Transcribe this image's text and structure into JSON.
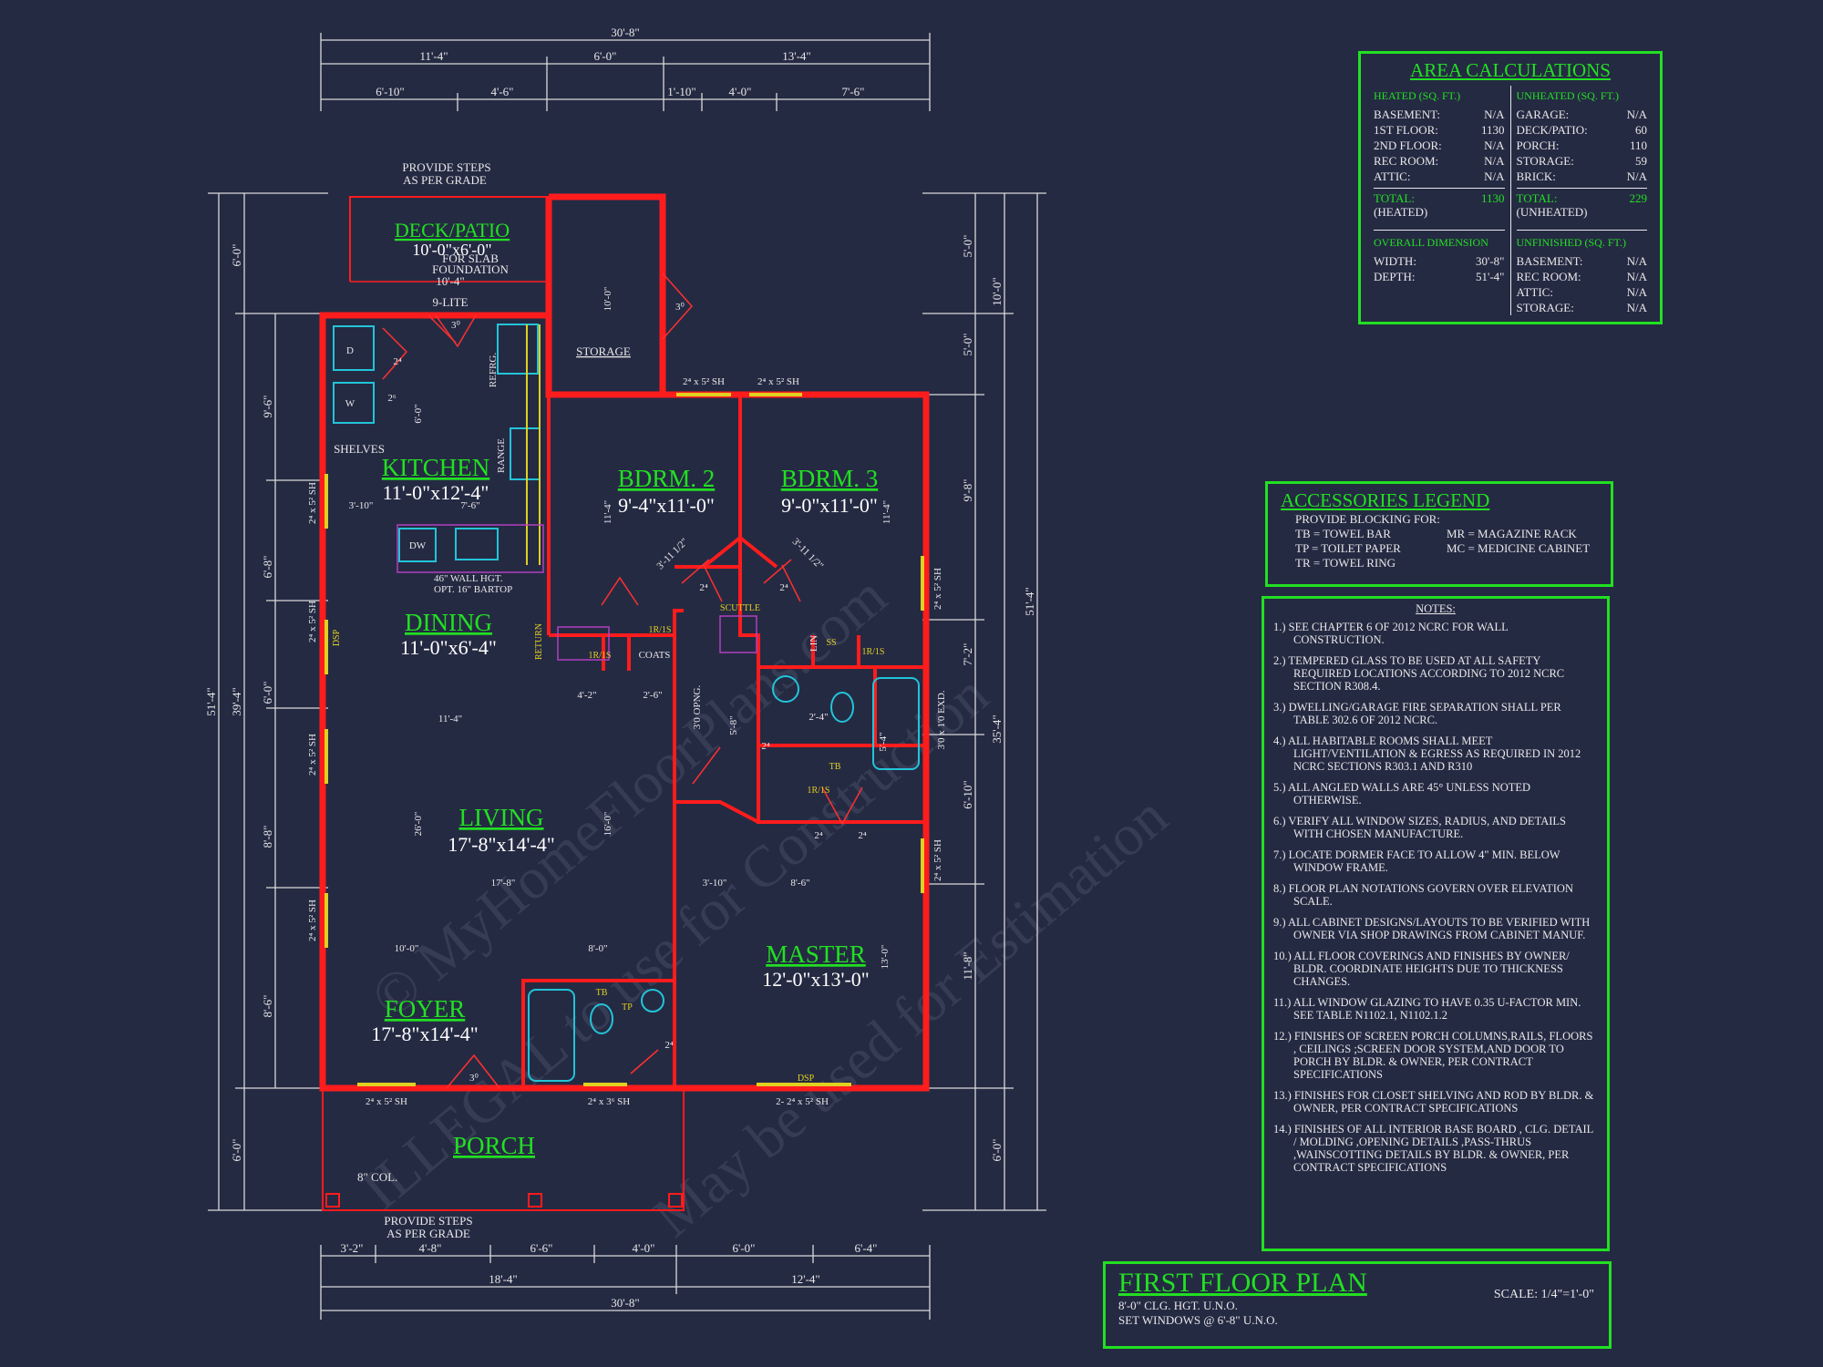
{
  "watermark": [
    "© MyHomeFloorPlans.com",
    "ILLEGAL to use for Construction",
    "May be used for Estimation"
  ],
  "colors": {
    "background": "#252a43",
    "walls": "#ff1c1c",
    "room_labels": "#22e022",
    "panels": "#22e022",
    "fixtures": "#22c4d8",
    "windows": "#e0d020"
  },
  "dims_top": {
    "overall": "30'-8\"",
    "a": "11'-4\"",
    "b": "6'-0\"",
    "c": "13'-4\"",
    "d": "6'-10\"",
    "e": "4'-6\"",
    "f": "1'-10\"",
    "g": "4'-0\"",
    "h": "7'-6\""
  },
  "dims_bottom": {
    "a": "3'-2\"",
    "b": "4'-8\"",
    "c": "6'-6\"",
    "d": "4'-0\"",
    "e": "6'-0\"",
    "f": "6'-4\"",
    "g": "18'-4\"",
    "h": "12'-4\"",
    "overall": "30'-8\""
  },
  "dims_left": {
    "a": "6'-0\"",
    "b": "9'-6\"",
    "c": "6'-8\"",
    "d": "6'-0\"",
    "e": "8'-8\"",
    "f": "8'-6\"",
    "g": "6'-0\"",
    "h": "39'-4\"",
    "overall": "51'-4\""
  },
  "dims_right": {
    "a": "5'-0\"",
    "b": "5'-0\"",
    "c": "10'-0\"",
    "d": "9'-8\"",
    "e": "7'-2\"",
    "f": "6'-10\"",
    "g": "11'-8\"",
    "h": "35'-4\"",
    "i": "6'-0\"",
    "overall": "51'-4\""
  },
  "rooms": {
    "deck": {
      "name": "DECK/PATIO",
      "size": "10'-0\"x6'-0\""
    },
    "kitchen": {
      "name": "KITCHEN",
      "size": "11'-0\"x12'-4\""
    },
    "dining": {
      "name": "DINING",
      "size": "11'-0\"x6'-4\""
    },
    "living": {
      "name": "LIVING",
      "size": "17'-8\"x14'-4\""
    },
    "foyer": {
      "name": "FOYER",
      "size": "17'-8\"x14'-4\""
    },
    "bdrm2": {
      "name": "BDRM. 2",
      "size": "9'-4\"x11'-0\""
    },
    "bdrm3": {
      "name": "BDRM. 3",
      "size": "9'-0\"x11'-0\""
    },
    "master": {
      "name": "MASTER",
      "size": "12'-0\"x13'-0\""
    },
    "porch": {
      "name": "PORCH"
    }
  },
  "labels": {
    "steps_top_1": "PROVIDE STEPS",
    "steps_top_2": "AS PER GRADE",
    "steps_bot_1": "PROVIDE STEPS",
    "steps_bot_2": "AS PER GRADE",
    "slab_1": "FOR SLAB",
    "slab_2": "FOUNDATION",
    "deck_w": "10'-4\"",
    "nine_lite": "9-LITE",
    "storage": "STORAGE",
    "shelves": "SHELVES",
    "refrg": "REFRG.",
    "range": "RANGE",
    "dw": "DW",
    "d": "D",
    "w": "W",
    "wall_hgt": "46\" WALL HGT.",
    "bartop": "OPT. 16\" BARTOP",
    "coats": "COATS",
    "lin": "LIN",
    "scuttle": "SCUTTLE",
    "opng": "3'0 OPNG.",
    "exd": "3'0 x 1'0 EXD.",
    "col": "8\" COL.",
    "return": "RETURN",
    "dsp": "DSP",
    "win_sh": "2⁴ x 5² SH",
    "win_sh3": "2⁴ x 3⁶ SH",
    "win_sh_pair": "2- 2⁴ x 5² SH",
    "dim_310": "3'-10\"",
    "dim_76": "7'-6\"",
    "dim_114": "11'-4\"",
    "dim_42": "4'-2\"",
    "dim_26": "2'-6\"",
    "dim_178": "17'-8\"",
    "dim_100": "10'-0\"",
    "dim_80": "8'-0\"",
    "dim_3100": "3'-10\"",
    "dim_86": "8'-6\"",
    "dim_24": "2'-4\"",
    "dim_260": "26'-0\"",
    "dim_160": "16'-0\"",
    "dim_1300": "13'-0\"",
    "dim_58": "5'-8\"",
    "dim_54": "5'-4\"",
    "dim_100v": "10'-0\"",
    "dim_60v": "6'-0\"",
    "dim_114v": "11'-4\"",
    "dim_114v2": "11'-4\"",
    "dim_3112": "3'-11 1/2\"",
    "dim_3112b": "3'-11 1/2\"",
    "tb": "TB",
    "tp": "TP",
    "ss": "SS",
    "irs": "1R/1S",
    "d2": "2⁴",
    "d3": "3⁰",
    "d26": "2⁶"
  },
  "area": {
    "title": "AREA CALCULATIONS",
    "heated_head": "HEATED (SQ. FT.)",
    "heated": [
      [
        "BASEMENT:",
        "N/A"
      ],
      [
        "1ST FLOOR:",
        "1130"
      ],
      [
        "2ND FLOOR:",
        "N/A"
      ],
      [
        "REC ROOM:",
        "N/A"
      ],
      [
        "ATTIC:",
        "N/A"
      ]
    ],
    "heated_total_label": "TOTAL:",
    "heated_total": "1130",
    "heated_note": "(HEATED)",
    "unheated_head": "UNHEATED (SQ. FT.)",
    "unheated": [
      [
        "GARAGE:",
        "N/A"
      ],
      [
        "DECK/PATIO:",
        "60"
      ],
      [
        "PORCH:",
        "110"
      ],
      [
        "STORAGE:",
        "59"
      ],
      [
        "BRICK:",
        "N/A"
      ]
    ],
    "unheated_total_label": "TOTAL:",
    "unheated_total": "229",
    "unheated_note": "(UNHEATED)",
    "overall_head": "OVERALL DIMENSION",
    "overall": [
      [
        "WIDTH:",
        "30'-8\""
      ],
      [
        "DEPTH:",
        "51'-4\""
      ]
    ],
    "unfinished_head": "UNFINISHED (SQ. FT.)",
    "unfinished": [
      [
        "BASEMENT:",
        "N/A"
      ],
      [
        "REC ROOM:",
        "N/A"
      ],
      [
        "ATTIC:",
        "N/A"
      ],
      [
        "STORAGE:",
        "N/A"
      ]
    ]
  },
  "accessories": {
    "title": "ACCESSORIES LEGEND",
    "intro": "PROVIDE BLOCKING FOR:",
    "items": [
      "TB = TOWEL BAR",
      "MR = MAGAZINE RACK",
      "TP = TOILET PAPER",
      "MC = MEDICINE CABINET",
      "TR = TOWEL RING",
      ""
    ]
  },
  "notes": {
    "title": "NOTES:",
    "items": [
      "1.) SEE CHAPTER 6 OF 2012 NCRC FOR WALL CONSTRUCTION.",
      "2.) TEMPERED GLASS TO BE USED AT ALL SAFETY REQUIRED LOCATIONS ACCORDING TO 2012 NCRC SECTION R308.4.",
      "3.) DWELLING/GARAGE FIRE SEPARATION SHALL PER TABLE 302.6 OF 2012 NCRC.",
      "4.) ALL HABITABLE ROOMS SHALL MEET LIGHT/VENTILATION & EGRESS AS REQUIRED IN 2012 NCRC SECTIONS R303.1 AND R310",
      "5.) ALL ANGLED WALLS ARE 45° UNLESS NOTED OTHERWISE.",
      "6.) VERIFY ALL WINDOW SIZES, RADIUS, AND DETAILS WITH CHOSEN MANUFACTURE.",
      "7.) LOCATE DORMER FACE TO ALLOW 4\" MIN. BELOW WINDOW FRAME.",
      "8.) FLOOR PLAN NOTATIONS GOVERN OVER ELEVATION SCALE.",
      "9.) ALL CABINET DESIGNS/LAYOUTS TO BE VERIFIED WITH OWNER VIA SHOP DRAWINGS FROM CABINET MANUF.",
      "10.) ALL FLOOR COVERINGS AND FINISHES BY OWNER/ BLDR. COORDINATE HEIGHTS DUE TO THICKNESS CHANGES.",
      "11.) ALL WINDOW GLAZING TO HAVE 0.35 U-FACTOR MIN. SEE TABLE N1102.1, N1102.1.2",
      "12.) FINISHES OF SCREEN PORCH COLUMNS,RAILS, FLOORS , CEILINGS ;SCREEN DOOR SYSTEM,AND DOOR TO PORCH BY BLDR. & OWNER, PER CONTRACT SPECIFICATIONS",
      "13.) FINISHES FOR CLOSET SHELVING AND ROD BY BLDR. & OWNER, PER CONTRACT SPECIFICATIONS",
      "14.) FINISHES OF ALL INTERIOR BASE BOARD , CLG. DETAIL / MOLDING ,OPENING DETAILS ,PASS-THRUS ,WAINSCOTTING DETAILS BY BLDR. & OWNER, PER CONTRACT SPECIFICATIONS"
    ]
  },
  "titleblock": {
    "title": "FIRST FLOOR PLAN",
    "scale": "SCALE: 1/4\"=1'-0\"",
    "line1": "8'-0\" CLG. HGT. U.N.O.",
    "line2": "SET WINDOWS @ 6'-8\" U.N.O."
  }
}
